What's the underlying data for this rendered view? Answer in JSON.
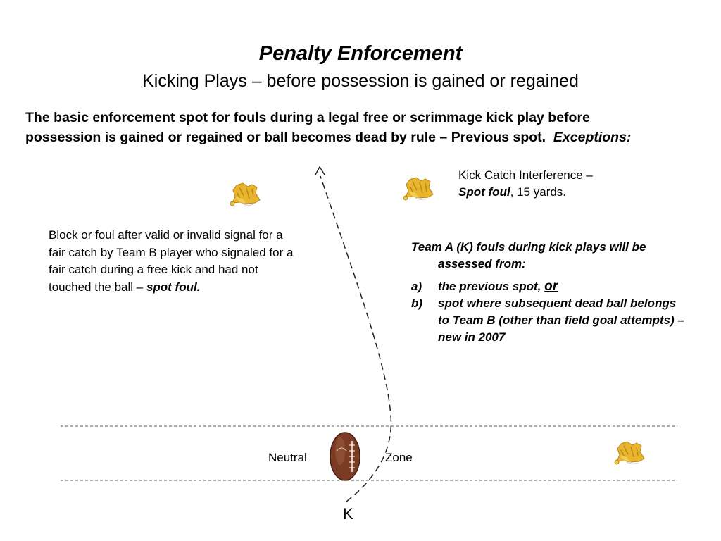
{
  "header": {
    "title": "Penalty Enforcement",
    "subtitle": "Kicking Plays – before possession is gained or regained"
  },
  "intro": {
    "text": "The basic enforcement spot for fouls during a legal free or scrimmage kick play before possession is gained or regained or ball becomes dead by rule – Previous spot.",
    "exceptions": "Exceptions:"
  },
  "kick_catch": {
    "line1": "Kick Catch Interference –",
    "spot_foul": "Spot foul",
    "yards": ", 15 yards."
  },
  "block_foul": {
    "text": "Block or foul after valid or invalid signal for a fair catch by Team B player who signaled  for a fair catch during a free kick and had not touched the ball –",
    "spot_foul": "spot foul."
  },
  "team_a": {
    "heading": "Team A (K) fouls during kick plays will be assessed from:",
    "items": [
      {
        "marker": "a)",
        "text": "the previous spot, ",
        "emphasis": "or"
      },
      {
        "marker": "b)",
        "text": "spot where subsequent dead ball belongs to Team B (other than field goal attempts) – new in 2007"
      }
    ]
  },
  "field": {
    "neutral_label": "Neutral",
    "zone_label": "Zone",
    "kicker_label": "K"
  },
  "icons": [
    "penalty-flag-icon",
    "football-icon"
  ],
  "colors": {
    "flag": "#e8b52c",
    "flag_dark": "#b8861a",
    "ball": "#7a3b24"
  }
}
